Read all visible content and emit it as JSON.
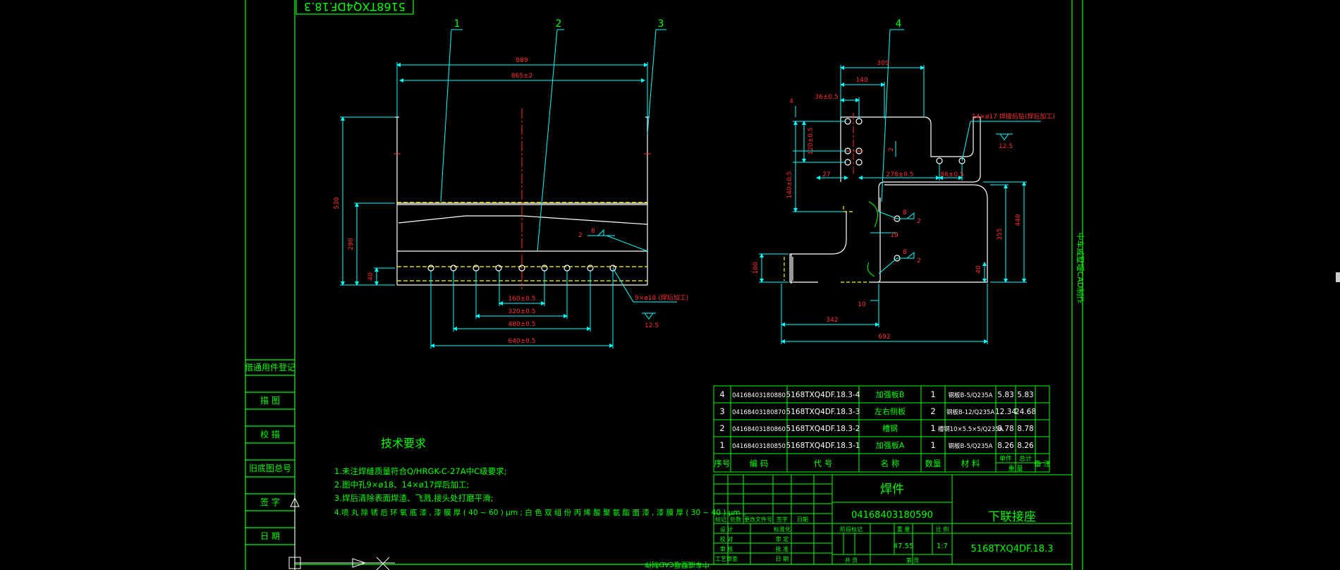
{
  "title_block_top": "5168TXQ4DF.18.3",
  "balloons": [
    "1",
    "2",
    "3",
    "4"
  ],
  "dims_front": {
    "d889": "889",
    "d865": "865±2",
    "d530": "530",
    "d290": "290",
    "d40": "40",
    "d160": "160±0.5",
    "d320": "320±0.5",
    "d480": "480±0.5",
    "d640": "640±0.5"
  },
  "dims_side": {
    "d309": "309",
    "d140": "140",
    "d36": "36±0.5",
    "d4": "4",
    "d120": "120±0.5",
    "d2": "2",
    "d27": "27",
    "d278": "278±0.5",
    "d86": "86±0.5",
    "d140b": "140±0.5",
    "d355": "355",
    "d440": "440",
    "d100": "100",
    "d19": "19",
    "d10": "10",
    "d40b": "40",
    "d342": "342",
    "d692": "692"
  },
  "notes_front": {
    "hole": "9×ø18 (焊后加工)",
    "rough": "12.5",
    "weld_leg": "8",
    "weld_n": "2"
  },
  "notes_side": {
    "hole": "14×ø17 焊接后钻(焊后加工)",
    "rough": "12.5",
    "weld_leg": "8",
    "weld_n": "2"
  },
  "left_strip": [
    "借通用件登记",
    "描 图",
    "校 描",
    "旧底图总号",
    "签 字",
    "日 期"
  ],
  "right_strip": "中车戚墅堰CAD制作",
  "bottom_strip": "中车戚墅堰CAD制作",
  "tech": {
    "heading": "技术要求",
    "lines": [
      "1.未注焊缝质量符合Q/HRGK-C-27A中C级要求;",
      "2.图中孔9×ø18、14×ø17焊后加工;",
      "3.焊后清除表面焊渣、飞溅,接头处打磨平滑;",
      "4.喷 丸 除 锈 后 环 氧 底 漆 , 漆 膜 厚 ( 40 ~ 60 ) μm ; 白 色 双 组 份 丙 烯 酸 聚 氨 酯 面 漆 , 漆 膜 厚 ( 30 ~ 40 ) μm 。"
    ]
  },
  "bom": {
    "rows": [
      [
        "4",
        "04168403180880",
        "5168TXQ4DF.18.3-4",
        "加强板B",
        "1",
        "钢板B-5/Q235A",
        "5.83",
        "5.83",
        ""
      ],
      [
        "3",
        "04168403180870",
        "5168TXQ4DF.18.3-3",
        "左右侧板",
        "2",
        "钢板B-12/Q235A",
        "12.34",
        "24.68",
        ""
      ],
      [
        "2",
        "04168403180860",
        "5168TXQ4DF.18.3-2",
        "槽钢",
        "1",
        "槽钢10×5.5×5/Q235A",
        "8.78",
        "8.78",
        ""
      ],
      [
        "1",
        "04168403180850",
        "5168TXQ4DF.18.3-1",
        "加强板A",
        "1",
        "钢板B-5/Q235A",
        "8.26",
        "8.26",
        ""
      ]
    ],
    "header": [
      "序号",
      "编 码",
      "代 号",
      "名 称",
      "数量",
      "材 料",
      "单件",
      "总计",
      "备 注"
    ],
    "header_weight": "重 量"
  },
  "titleblock": {
    "part_type": "焊件",
    "code": "04168403180590",
    "name": "下联接座",
    "drawing_no": "5168TXQ4DF.18.3",
    "weight": "47.55",
    "scale": "1:7",
    "hdr_stage": "阶段标记",
    "hdr_weight": "重 量",
    "hdr_scale": "比 例",
    "hdr_total": "共 页",
    "hdr_page": "第 页",
    "rev_cols": [
      "标记",
      "处数",
      "更改文件号",
      "签字",
      "日期"
    ],
    "role_rows": [
      [
        "设 计",
        "标准化"
      ],
      [
        "校 对",
        "审 定"
      ],
      [
        "审 核",
        "批 准"
      ],
      [
        "工艺审查",
        "日 期"
      ]
    ]
  },
  "colors": {
    "frame": "#00ff00",
    "dim": "#00ffff",
    "part": "#ffffff",
    "center": "#ff3030",
    "hidden": "#ffff00",
    "note": "#ff3030"
  }
}
